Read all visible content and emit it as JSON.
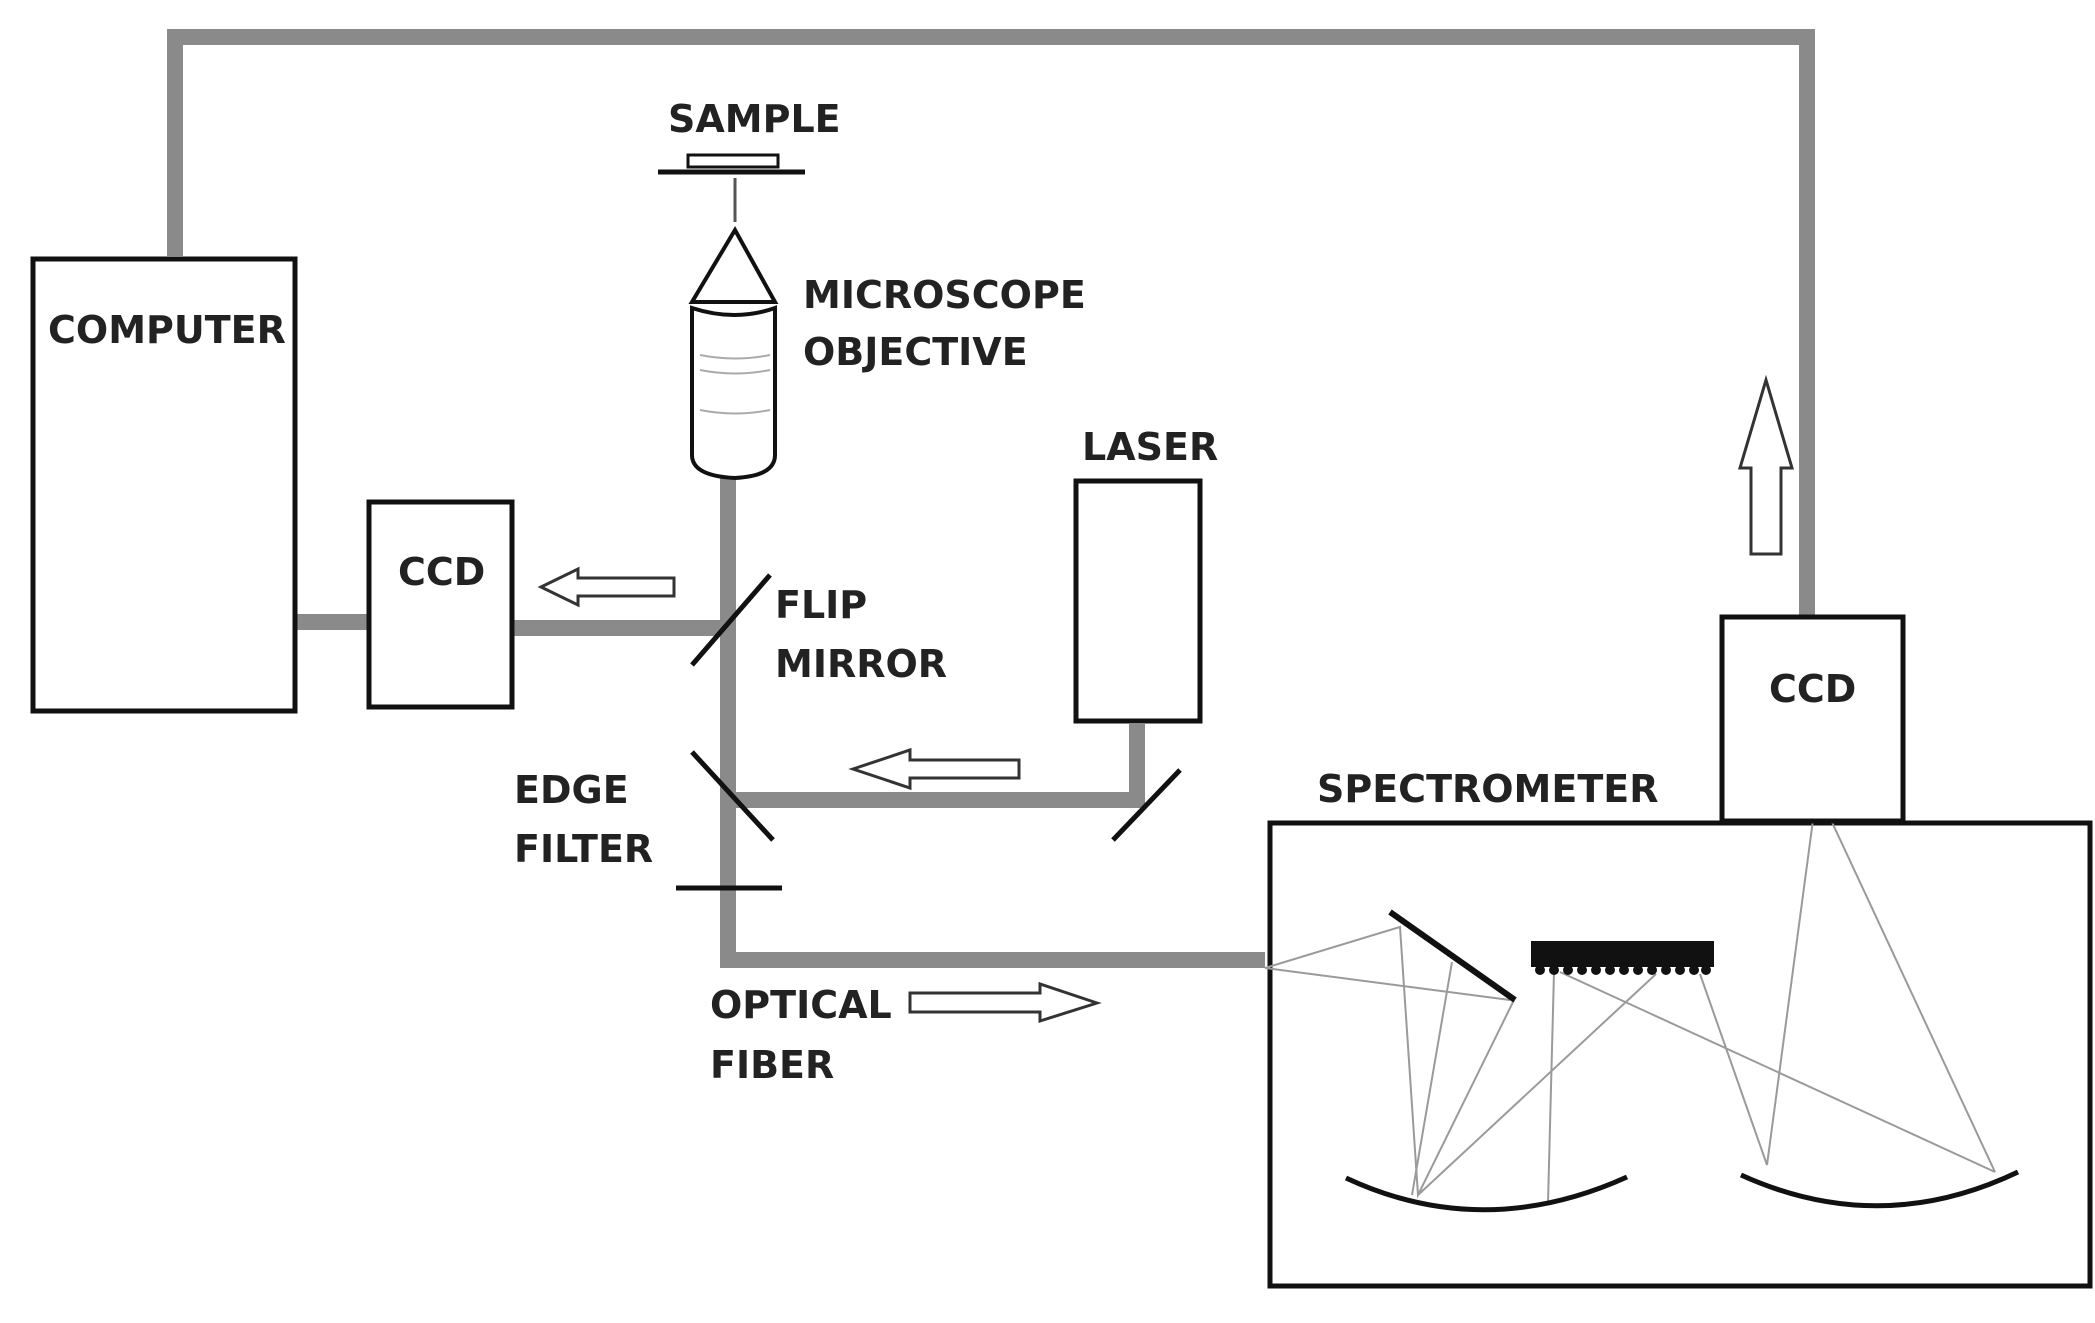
{
  "labels": {
    "computer": "COMPUTER",
    "ccd_left": "CCD",
    "ccd_right": "CCD",
    "sample": "SAMPLE",
    "objective_line1": "MICROSCOPE",
    "objective_line2": "OBJECTIVE",
    "laser": "LASER",
    "flip_line1": "FLIP",
    "flip_line2": "MIRROR",
    "edge_line1": "EDGE",
    "edge_line2": "FILTER",
    "fiber_line1": "OPTICAL",
    "fiber_line2": "FIBER",
    "spectrometer": "SPECTROMETER"
  },
  "colors": {
    "beam": "#8a8a8a",
    "outline": "#111111",
    "ray": "#9a9a9a"
  }
}
